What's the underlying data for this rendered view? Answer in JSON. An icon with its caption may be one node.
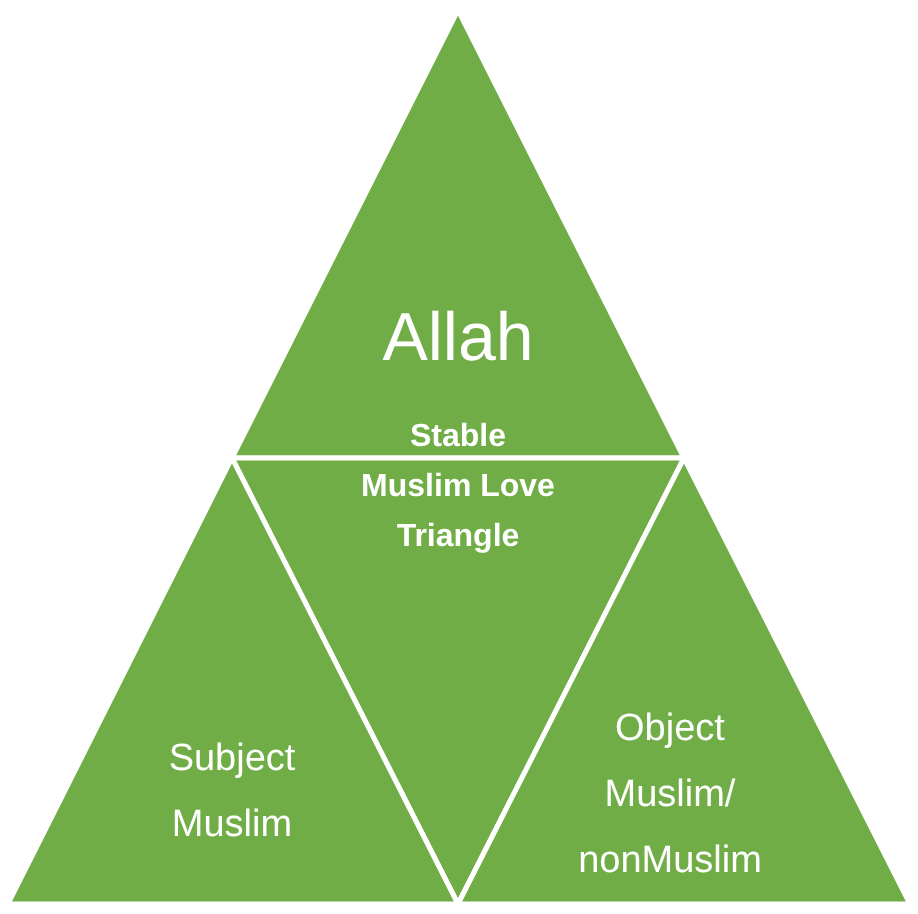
{
  "diagram": {
    "nodes": [
      {
        "text": [
          "Allah"
        ]
      },
      {
        "text": [
          "Stable Muslim Love Triangle"
        ]
      },
      {
        "text": [
          "Subject Muslim"
        ]
      },
      {
        "text": [
          "Object Muslim/ nonMuslim"
        ]
      }
    ]
  }
}
